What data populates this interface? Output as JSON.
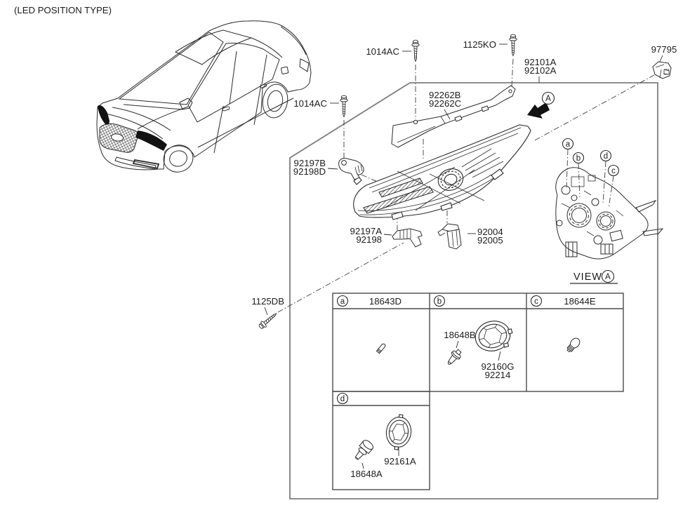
{
  "note": "(LED POSITION TYPE)",
  "callouts": {
    "bolt_top": "1014AC",
    "bolt_ko": "1125KO",
    "assy1": "92101A",
    "assy2": "92102A",
    "clip": "97795",
    "trim1": "92262B",
    "trim2": "92262C",
    "bolt_side": "1014AC",
    "brk_out1": "92197B",
    "brk_out2": "92198D",
    "brk_in1": "92197A",
    "brk_in2": "92198",
    "brk_low1": "92004",
    "brk_low2": "92005",
    "bolt_db": "1125DB"
  },
  "arrow": {
    "ref": "A"
  },
  "view": {
    "label": "VIEW",
    "ref": "A"
  },
  "markers": {
    "a": "a",
    "b": "b",
    "c": "c",
    "d": "d"
  },
  "legend": {
    "a": {
      "header": "18643D"
    },
    "b": {
      "bulb": "18648B",
      "cover1": "92160G",
      "cover2": "92214"
    },
    "c": {
      "header": "18644E"
    },
    "d": {
      "bulb": "18648A",
      "cover": "92161A"
    }
  }
}
